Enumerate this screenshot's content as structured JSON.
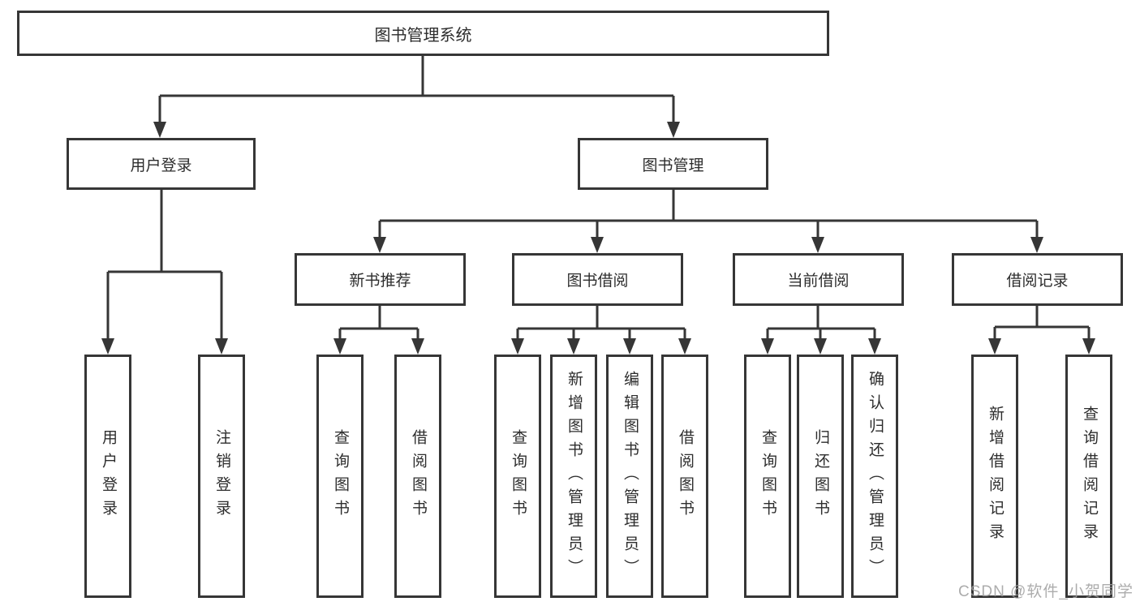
{
  "tree": {
    "label": "图书管理系统",
    "children": [
      {
        "label": "用户登录",
        "children": [
          "用户登录",
          "注销登录"
        ]
      },
      {
        "label": "图书管理",
        "children": [
          {
            "label": "新书推荐",
            "children": [
              "查询图书",
              "借阅图书"
            ]
          },
          {
            "label": "图书借阅",
            "children": [
              "查询图书",
              "新增图书（管理员）",
              "编辑图书（管理员）",
              "借阅图书"
            ]
          },
          {
            "label": "当前借阅",
            "children": [
              "查询图书",
              "归还图书",
              "确认归还（管理员）"
            ]
          },
          {
            "label": "借阅记录",
            "children": [
              "新增借阅记录",
              "查询借阅记录"
            ]
          }
        ]
      }
    ]
  },
  "watermark": "CSDN @软件_小贺同学",
  "colors": {
    "line": "#363636",
    "text": "#2d2d2d",
    "watermark": "#9e9e9e",
    "background": "#ffffff"
  }
}
